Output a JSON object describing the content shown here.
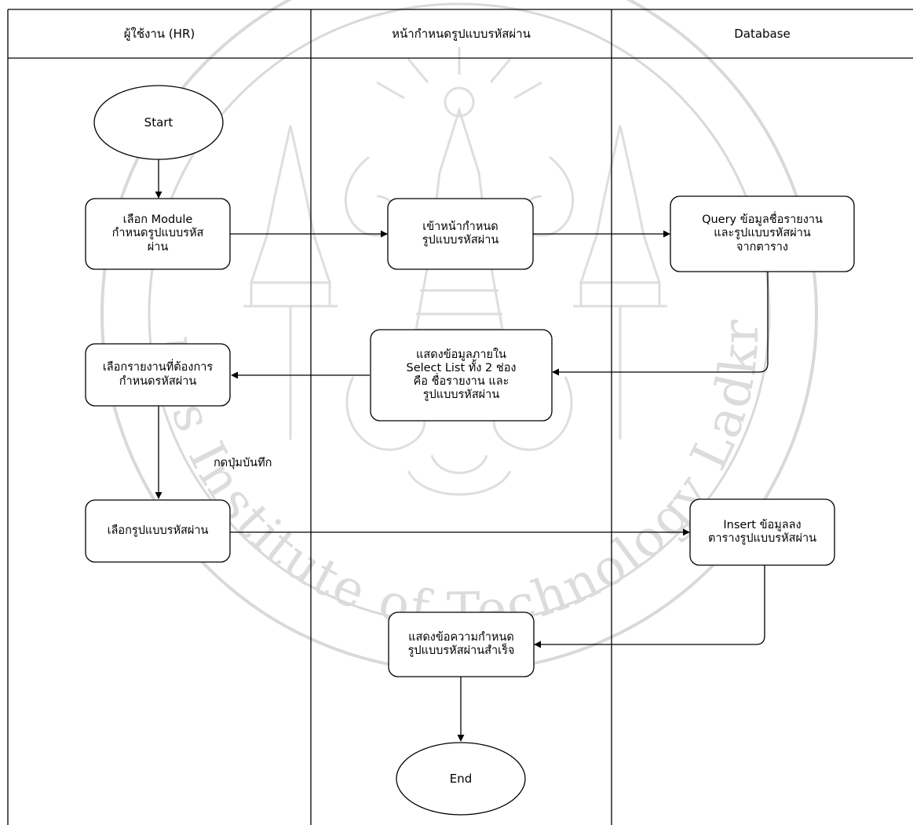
{
  "lanes": [
    {
      "title": "ผู้ใช้งาน (HR)"
    },
    {
      "title": "หน้ากำหนดรูปแบบรหัสผ่าน"
    },
    {
      "title": "Database"
    }
  ],
  "nodes": {
    "start": "Start",
    "select_module": "เลือก Module\nกำหนดรูปแบบรหัส\nผ่าน",
    "enter_page": "เข้าหน้ากำหนด\nรูปแบบรหัสผ่าน",
    "query_db": "Query ข้อมูลชื่อรายงาน\nและรูปแบบรหัสผ่าน\nจากตาราง",
    "show_select_list": "แสดงข้อมูลภายใน\nSelect List ทั้ง 2 ช่อง\nคือ ชื่อรายงาน และ\nรูปแบบรหัสผ่าน",
    "select_report": "เลือกรายงานที่ต้องการ\nกำหนดรหัสผ่าน",
    "select_format": "เลือกรูปแบบรหัสผ่าน",
    "insert_db": "Insert ข้อมูลลง\nตารางรูปแบบรหัสผ่าน",
    "show_success": "แสดงข้อความกำหนด\nรูปแบบรหัสผ่านสำเร็จ",
    "end": "End"
  },
  "edge_labels": {
    "press_save": "กดปุ่มบันทึก"
  },
  "watermark": {
    "text": "Mongkut's Institute of Technology Ladkrabang"
  }
}
